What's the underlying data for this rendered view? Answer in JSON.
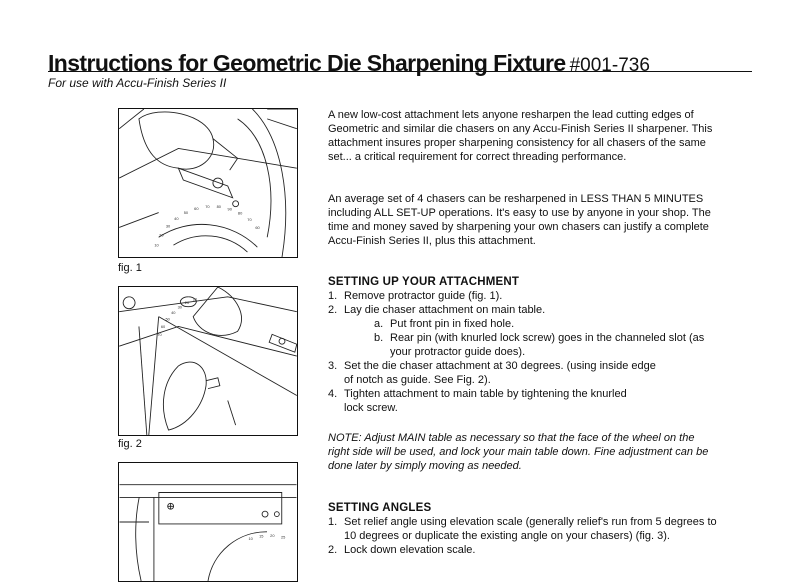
{
  "header": {
    "title": "Instructions for Geometric Die Sharpening Fixture",
    "part_number": "#001-736",
    "subtitle": "For use with Accu-Finish Series II"
  },
  "figures": {
    "fig1_caption": "fig. 1",
    "fig2_caption": "fig. 2",
    "fig1_scale": [
      "10",
      "20",
      "30",
      "40",
      "50",
      "60",
      "70",
      "80",
      "90",
      "80",
      "70",
      "60"
    ],
    "fig2_scale": [
      "10",
      "20",
      "30",
      "40",
      "50",
      "60",
      "70"
    ],
    "fig3_scale": [
      "10",
      "15",
      "20",
      "25"
    ]
  },
  "content": {
    "intro_p1": "A new low-cost attachment lets anyone resharpen the lead cutting edges of Geometric and similar die chasers on any Accu-Finish Series II sharpener. This attachment insures proper sharpening consistency for all chasers of the same set... a critical requirement for correct threading performance.",
    "intro_p2": "An average set of 4 chasers can be resharpened in LESS THAN 5 MINUTES including ALL SET-UP operations. It's easy to use by anyone in your shop. The time and money saved by sharpening your own chasers can justify a complete Accu-Finish Series II, plus this attachment.",
    "setup": {
      "heading": "SETTING UP YOUR ATTACHMENT",
      "step1_num": "1.",
      "step1": "Remove protractor guide (fig. 1).",
      "step2_num": "2.",
      "step2": "Lay die chaser attachment on main table.",
      "step2a_num": "a.",
      "step2a": "Put front pin in fixed hole.",
      "step2b_num": "b.",
      "step2b": "Rear pin (with knurled lock screw) goes in the channeled slot (as your protractor guide does).",
      "step3_num": "3.",
      "step3": "Set the die chaser attachment at 30 degrees. (using inside edge of notch as guide. See Fig. 2).",
      "step4_num": "4.",
      "step4": "Tighten attachment to main table by tightening the knurled lock screw."
    },
    "note": "NOTE: Adjust MAIN table as necessary so that the face of the wheel on the right side will be used, and lock your main table down. Fine adjustment can be done later by simply moving as needed.",
    "angles": {
      "heading": "SETTING ANGLES",
      "step1_num": "1.",
      "step1": "Set relief angle using elevation scale (generally relief's run from 5 degrees to 10 degrees or duplicate the existing angle on your chasers) (fig. 3).",
      "step2_num": "2.",
      "step2": "Lock down elevation scale."
    }
  }
}
